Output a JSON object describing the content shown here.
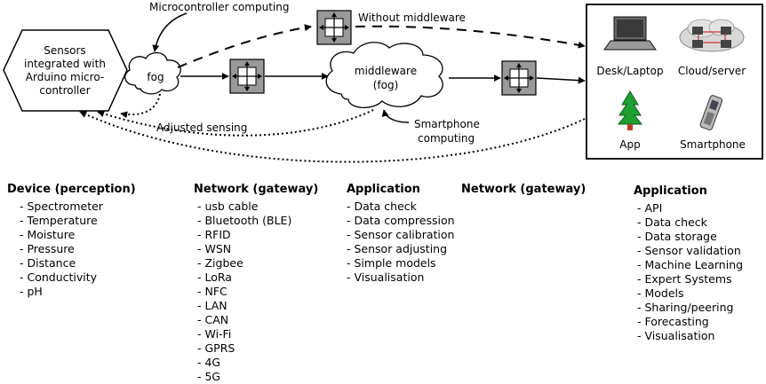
{
  "diagram": {
    "sensors_label": [
      "Sensors",
      "integrated with",
      "Arduino micro-",
      "controller"
    ],
    "fog_small_label": "fog",
    "middleware_label": [
      "middleware",
      "(fog)"
    ],
    "microcontroller_label": "Microcontroller computing",
    "without_middleware_label": "Without middleware",
    "adjusted_sensing_label": "Adjusted sensing",
    "smartphone_computing_label": [
      "Smartphone",
      "computing"
    ],
    "devices": {
      "desk_laptop": "Desk/Laptop",
      "cloud_server": "Cloud/server",
      "app": "App",
      "smartphone": "Smartphone"
    }
  },
  "columns": [
    {
      "title": "Device (perception)",
      "items": [
        "Spectrometer",
        "Temperature",
        "Moisture",
        "Pressure",
        "Distance",
        "Conductivity",
        "pH"
      ]
    },
    {
      "title": "Network (gateway)",
      "items": [
        "usb cable",
        "Bluetooth (BLE)",
        "RFID",
        "WSN",
        "Zigbee",
        "LoRa",
        "NFC",
        "LAN",
        "CAN",
        "Wi-Fi",
        "GPRS",
        "4G",
        "5G"
      ]
    },
    {
      "title": "Application",
      "items": [
        "Data check",
        "Data compression",
        "Sensor calibration",
        "Sensor adjusting",
        "Simple models",
        "Visualisation"
      ]
    },
    {
      "title": "Network (gateway)",
      "items": []
    },
    {
      "title": "Application",
      "items": [
        "API",
        "Data check",
        "Data storage",
        "Sensor validation",
        "Machine Learning",
        "Expert Systems",
        "Models",
        "Sharing/peering",
        "Forecasting",
        "Visualisation"
      ]
    }
  ]
}
